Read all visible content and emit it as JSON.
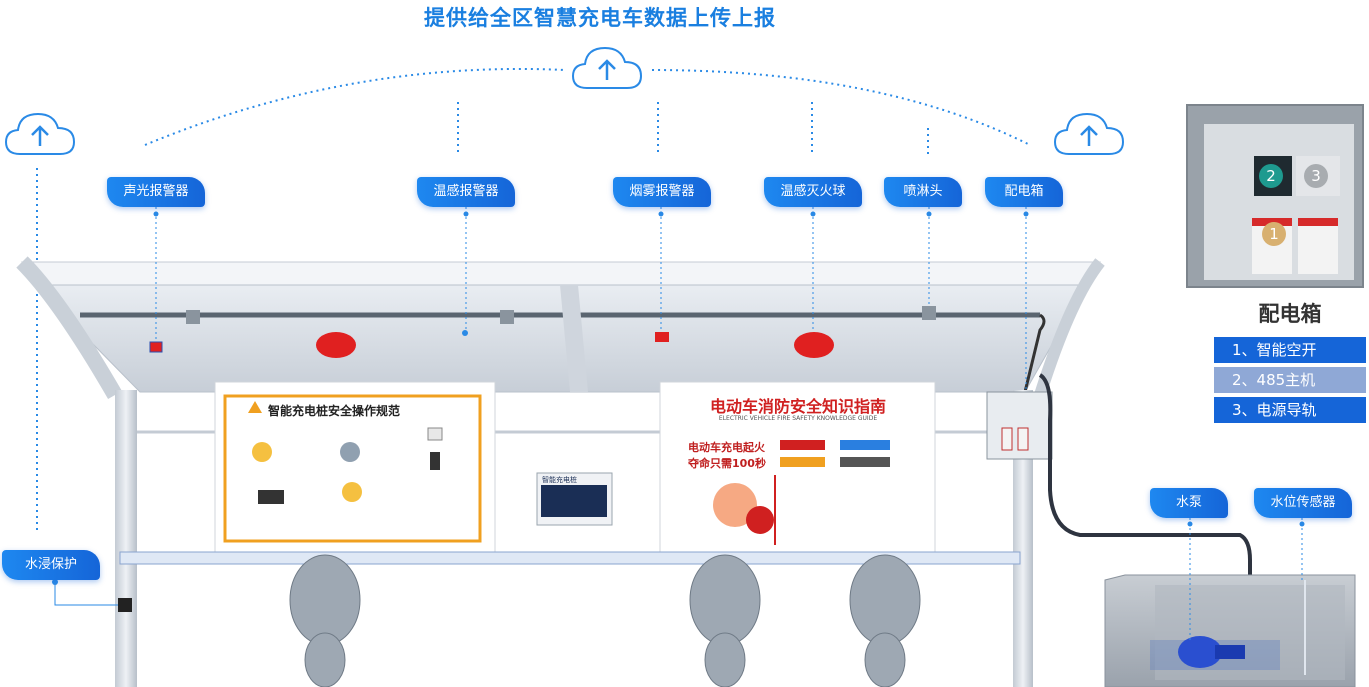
{
  "title": "提供给全区智慧充电车数据上传上报",
  "tags": {
    "sound_light_alarm": "声光报警器",
    "temp_alarm": "温感报警器",
    "smoke_alarm": "烟雾报警器",
    "temp_fire_ball": "温感灭火球",
    "sprinkler": "喷淋头",
    "distribution_box": "配电箱",
    "water_immersion": "水浸保护",
    "water_pump": "水泵",
    "water_level_sensor": "水位传感器"
  },
  "board_left": {
    "title": "智能充电桩安全操作规范"
  },
  "board_right": {
    "title": "电动车消防安全知识指南",
    "subtitle": "ELECTRIC VEHICLE FIRE SAFETY KNOWLEDGE GUIDE",
    "slogan_1": "电动车充电起火",
    "slogan_2": "夺命只需100秒"
  },
  "charger_label": "智能充电桩",
  "dist_panel": {
    "title": "配电箱",
    "badges": [
      "1",
      "2",
      "3"
    ],
    "legend": [
      {
        "label": "1、智能空开",
        "color": "#1565d8"
      },
      {
        "label": "2、485主机",
        "color": "#8fa8d6"
      },
      {
        "label": "3、电源导轨",
        "color": "#1565d8"
      }
    ]
  },
  "colors": {
    "accent": "#1a7fe0",
    "tag_blue": "#1565d8",
    "alarm_red": "#e02020"
  },
  "icons": [
    "cloud-upload-icon"
  ]
}
